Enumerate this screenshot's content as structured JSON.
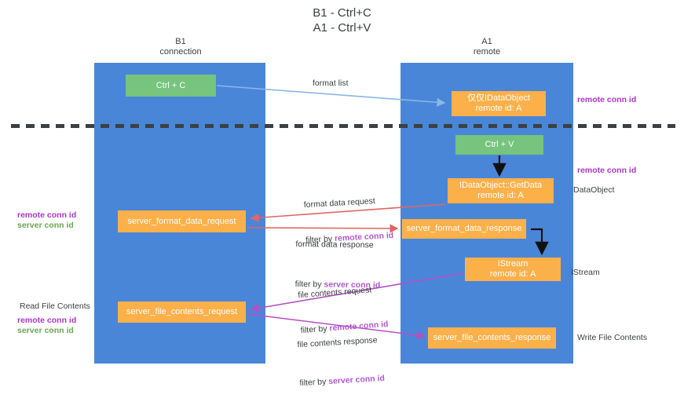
{
  "title": "B1 - Ctrl+C\nA1 - Ctrl+V",
  "columns": {
    "left": "B1\nconnection",
    "right": "A1\nremote"
  },
  "boxes": {
    "ctrl_c": "Ctrl + C",
    "idataobject": "仅仅IDataObject\nremote id: A",
    "ctrl_v": "Ctrl + V",
    "getdata": "IDataObject::GetData\nremote id: A",
    "server_format_data_request": "server_format_data_request",
    "server_format_data_response": "server_format_data_response",
    "istream": "IStream\nremote id: A",
    "server_file_contents_request": "server_file_contents_request",
    "server_file_contents_response": "server_file_contents_response"
  },
  "edges": {
    "format_list": "format list",
    "format_data_request": "format data request",
    "format_data_request_filter_prefix": "filter by ",
    "format_data_request_filter_value": "remote conn id",
    "format_data_response": "format data response",
    "format_data_response_filter_prefix": "filter by ",
    "format_data_response_filter_value": "server conn id",
    "file_contents_request": "file contents request",
    "file_contents_request_filter_prefix": "filter by ",
    "file_contents_request_filter_value": "remote conn id",
    "file_contents_response": "file contents response",
    "file_contents_response_filter_prefix": "filter by ",
    "file_contents_response_filter_value": "server conn id"
  },
  "annotations": {
    "remote_conn_id_top": "remote conn id",
    "remote_conn_id_mid": "remote conn id",
    "dataobject": "DataObject",
    "istream": "IStream",
    "write_file_contents": "Write File Contents",
    "read_file_contents": "Read File Contents",
    "left_remote_conn_id_1": "remote conn id",
    "left_server_conn_id_1": "server conn id",
    "left_remote_conn_id_2": "remote conn id",
    "left_server_conn_id_2": "server conn id"
  },
  "colors": {
    "lane": "#4a86d8",
    "green_box": "#76c47d",
    "orange_box": "#fbb04a",
    "purple_text": "#a938c6",
    "green_text": "#6aa84f",
    "red_arrow": "#e06666",
    "blue_arrow": "#8ab6e8",
    "magenta_arrow": "#b44fc6",
    "divider": "#3c4043"
  }
}
